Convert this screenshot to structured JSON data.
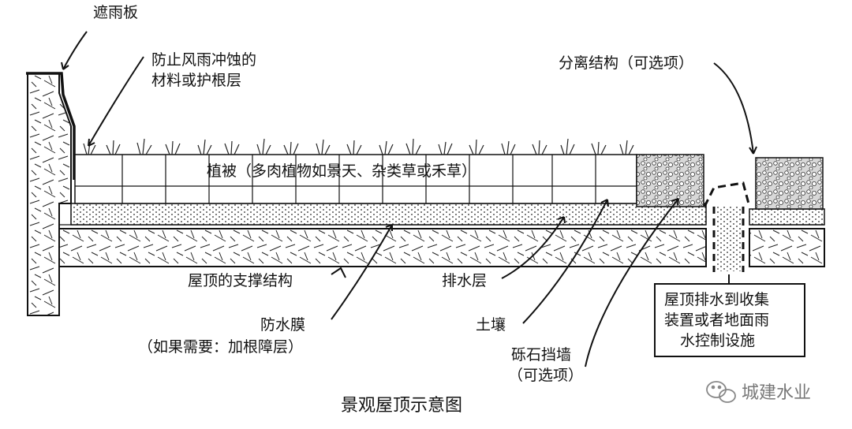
{
  "labels": {
    "flashing": "遮雨板",
    "erosion_line1": "防止风雨冲蚀的",
    "erosion_line2": "材料或护根层",
    "separator": "分离结构（可选项）",
    "vegetation": "植被（多肉植物如景天、杂类草或禾草）",
    "structure": "屋顶的支撑结构",
    "drainage": "排水层",
    "membrane_line1": "防水膜",
    "membrane_line2": "（如果需要：加根障层）",
    "soil": "土壤",
    "gravel_line1": "砾石挡墙",
    "gravel_line2": "（可选项）",
    "outlet_line1": "屋顶排水到收集",
    "outlet_line2": "装置或者地面雨",
    "outlet_line3": "水控制设施"
  },
  "caption": "景观屋顶示意图",
  "watermark": "城建水业",
  "icons": {
    "watermark_icon": "wechat-icon"
  }
}
